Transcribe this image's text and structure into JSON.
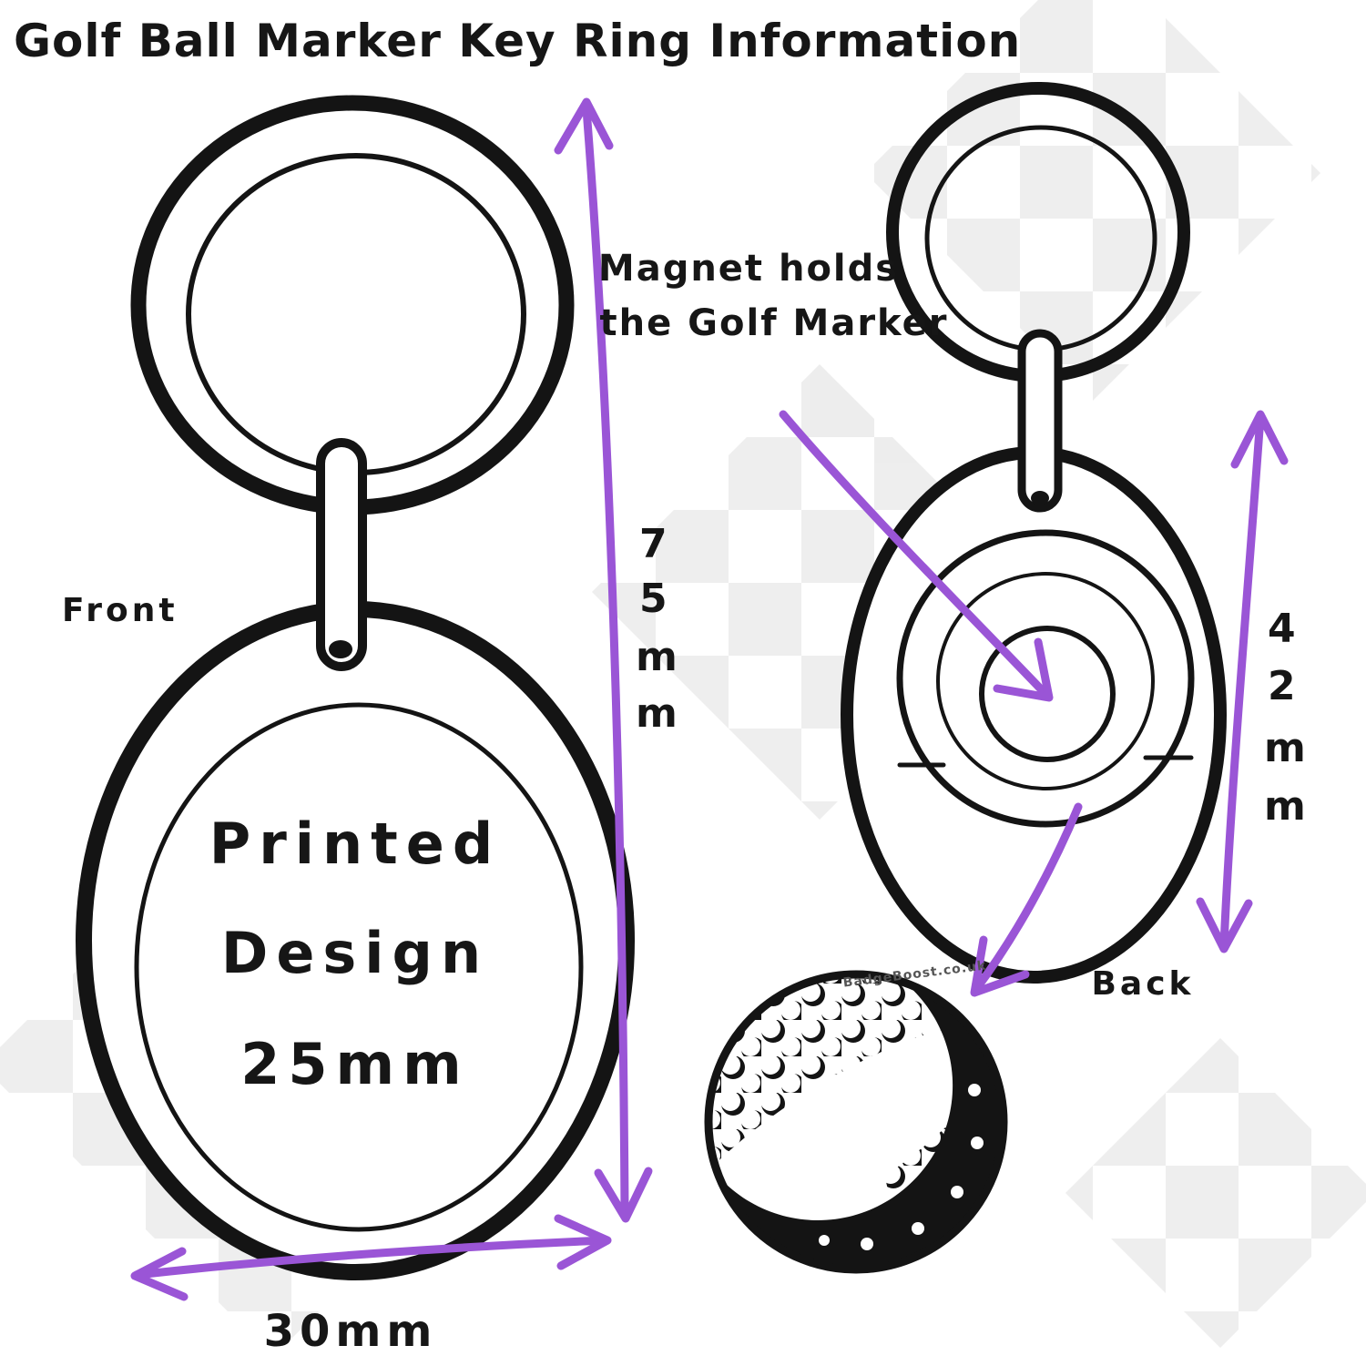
{
  "title": "Golf Ball Marker Key Ring Information",
  "front_view": {
    "label": "Front",
    "design_lines": [
      "Printed",
      "Design",
      "25mm"
    ],
    "height_dimension": "75mm",
    "height_chars": [
      "7",
      "5",
      "m",
      "m"
    ],
    "width_dimension": "30mm"
  },
  "back_view": {
    "label": "Back",
    "magnet_note_lines": [
      "Magnet holds",
      "the Golf Marker"
    ],
    "height_dimension": "42mm",
    "height_chars": [
      "4",
      "2",
      "m",
      "m"
    ]
  },
  "golf_ball": {
    "watermark": "BadgeBoost.co.uk"
  },
  "colors": {
    "accent_purple": "#9a55d6",
    "ink": "#141414",
    "watermark_gray": "#ececec"
  }
}
